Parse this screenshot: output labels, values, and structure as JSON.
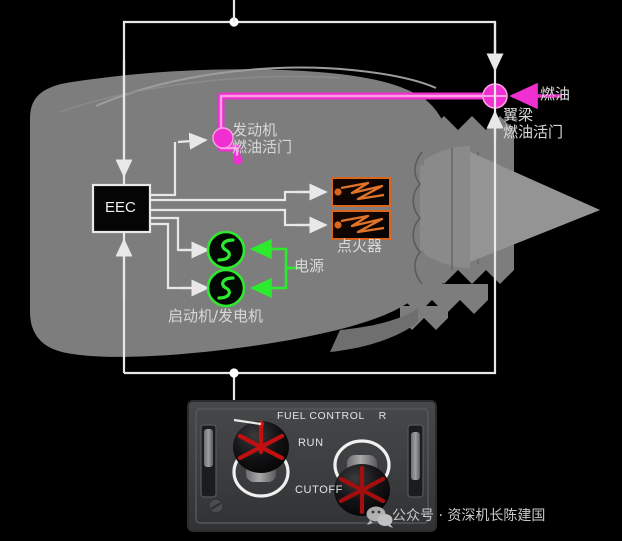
{
  "title": "Engine Fuel and Start Control Schematic",
  "colors": {
    "background": "#000000",
    "nacelle": "#7d7d7d",
    "nacelle_dark": "#6a6a6a",
    "wire": "#e8e8e8",
    "fuel_line": "#ef2fd0",
    "fuel_line_core": "#ff9fe8",
    "power_green": "#2eea2e",
    "igniter_orange": "#d9651f",
    "eec_fill": "#050505",
    "panel_face": "#3e4042",
    "switch_red": "#c01010",
    "text": "#d8d8d8"
  },
  "diagram": {
    "eec": {
      "label": "EEC"
    },
    "engine_fuel_valve": {
      "label_line1": "发动机",
      "label_line2": "燃油活门",
      "name": "engine fuel valve"
    },
    "spar_fuel_valve": {
      "label_line1": "翼梁",
      "label_line2": "燃油活门",
      "name": "spar fuel valve"
    },
    "fuel_supply": {
      "label": "燃油",
      "name": "fuel"
    },
    "igniters": {
      "label": "点火器",
      "count": 2
    },
    "starter_generator": {
      "label": "启动机/发电机",
      "count": 2
    },
    "power_source": {
      "label": "电源"
    }
  },
  "panel": {
    "title": "FUEL CONTROL    R",
    "position_up": "RUN",
    "position_down": "CUTOFF",
    "switches": [
      {
        "name": "left-fuel-control-switch",
        "position": "RUN"
      },
      {
        "name": "right-fuel-control-switch",
        "position": "CUTOFF"
      }
    ]
  },
  "watermark": {
    "text": "公众号 · 资深机长陈建国"
  }
}
